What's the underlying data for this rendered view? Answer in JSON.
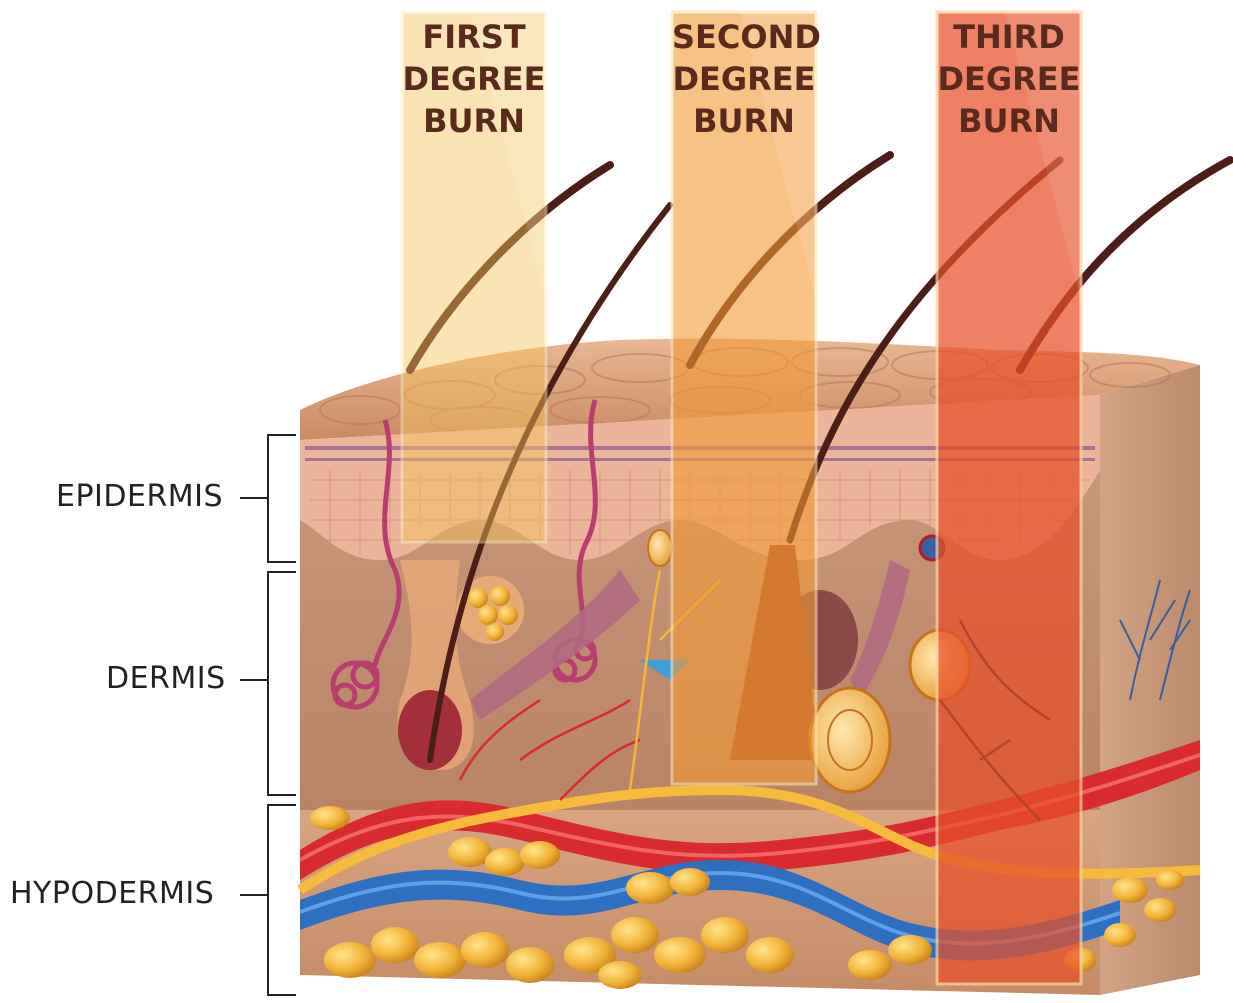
{
  "layers": {
    "epidermis": "EPIDERMIS",
    "dermis": "DERMIS",
    "hypodermis": "HYPODERMIS"
  },
  "burns": [
    {
      "line1": "FIRST",
      "line2": "DEGREE",
      "line3": "BURN",
      "color": "#f6c45e"
    },
    {
      "line1": "SECOND",
      "line2": "DEGREE",
      "line3": "BURN",
      "color": "#f39a36"
    },
    {
      "line1": "THIRD",
      "line2": "DEGREE",
      "line3": "BURN",
      "color": "#e8502a"
    }
  ],
  "colors": {
    "skin_surface": "#d9a07a",
    "epidermis": "#eab39a",
    "dermis": "#c79479",
    "hypodermis": "#d9a786",
    "artery": "#d8262b",
    "vein": "#2f6fc2",
    "nerve": "#f4b53a",
    "fat": "#f1b53d",
    "hair": "#4b1f17"
  }
}
